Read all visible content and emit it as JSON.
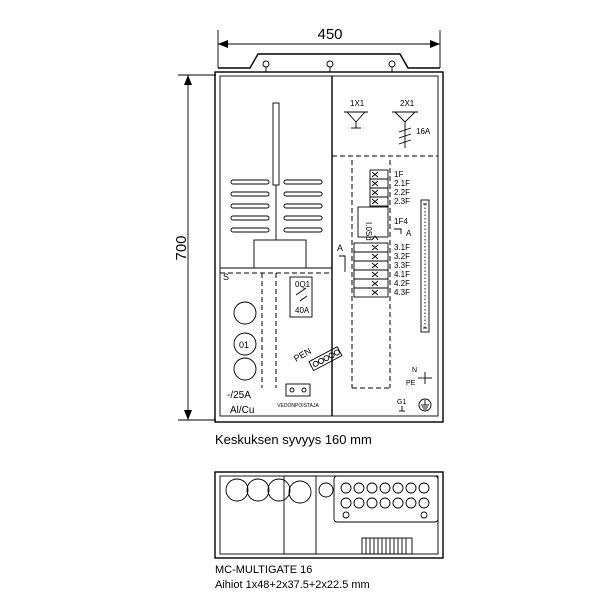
{
  "dimensions": {
    "width": "450",
    "height": "700",
    "depth_caption": "Keskuksen syvyys 160 mm"
  },
  "upper_left": {
    "section_mark": "S",
    "breaker": "0Q1",
    "breaker_rating": "40A",
    "pen": "PEN",
    "meter": "01",
    "fuse_rating": "-/25A",
    "cable": "Al/Cu",
    "pullout_label": "VEDONPOISTAJA"
  },
  "upper_right": {
    "socket1": "1X1",
    "socket2": "2X1",
    "socket2_rating": "16A",
    "fuses_top": [
      "1F",
      "2.1F",
      "2.2F",
      "2.3F"
    ],
    "rcd": "1F4",
    "rcd_mark": "A",
    "section_mark": "A",
    "fuses_bottom": [
      "3.1F",
      "3.2F",
      "3.3F",
      "4.1F",
      "4.2F",
      "4.3F"
    ],
    "rail_label": "I.0Sd",
    "n_label": "N",
    "pe_label": "PE",
    "earth_label": "G1"
  },
  "lower": {
    "model": "MC-MULTIGATE 16",
    "knockouts": "Aihiot 1x48+2x37.5+2x22.5 mm"
  }
}
